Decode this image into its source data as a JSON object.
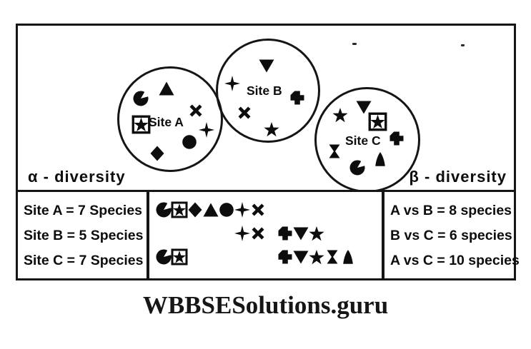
{
  "figure": {
    "alpha_label": "α - diversity",
    "beta_label": "β - diversity",
    "sites": [
      {
        "label": "Site A",
        "species": [
          "half-moon",
          "triangle-up",
          "boxed-star",
          "cross-x",
          "four-point-star",
          "circle",
          "diamond"
        ]
      },
      {
        "label": "Site B",
        "species": [
          "triangle-down",
          "four-point-star",
          "plus",
          "cross-x",
          "star"
        ]
      },
      {
        "label": "Site C",
        "species": [
          "star",
          "triangle-down",
          "boxed-star",
          "plus",
          "hourglass",
          "mound",
          "half-moon"
        ]
      }
    ],
    "alpha_stats": [
      "Site A = 7 Species",
      "Site B = 5 Species",
      "Site C = 7 Species"
    ],
    "beta_stats": [
      "A vs B = 8 species",
      "B vs C = 6 species",
      "A vs C = 10 species"
    ],
    "overlap_rows": [
      [
        [
          "half-moon",
          "boxed-star",
          "diamond",
          "triangle-up",
          "circle",
          "four-point-star",
          "cross-x"
        ]
      ],
      [
        [
          "four-point-star",
          "cross-x"
        ],
        [
          "plus",
          "triangle-down",
          "star"
        ]
      ],
      [
        [
          "half-moon",
          "boxed-star"
        ],
        [
          "plus",
          "triangle-down",
          "star",
          "hourglass",
          "mound"
        ]
      ]
    ],
    "ink_color": "#0d0d0d"
  },
  "watermark": "WBBSESolutions.guru"
}
